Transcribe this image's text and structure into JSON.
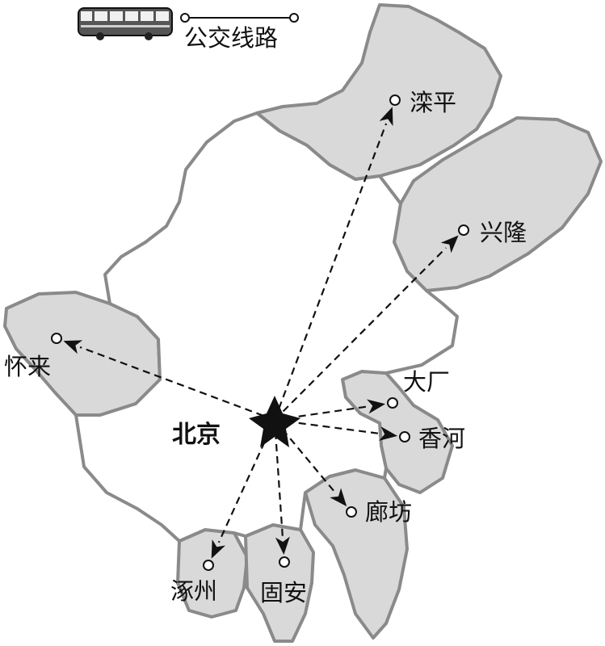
{
  "legend": {
    "label": "公交线路",
    "icon": "bus-icon"
  },
  "center": {
    "name": "北京",
    "icon": "star-icon"
  },
  "destinations": [
    {
      "id": "luanping",
      "name": "滦平"
    },
    {
      "id": "xinglong",
      "name": "兴隆"
    },
    {
      "id": "huailai",
      "name": "怀来"
    },
    {
      "id": "dachang",
      "name": "大厂"
    },
    {
      "id": "xianghe",
      "name": "香河"
    },
    {
      "id": "langfang",
      "name": "廊坊"
    },
    {
      "id": "zhuozhou",
      "name": "涿州"
    },
    {
      "id": "gu_an",
      "name": "固安"
    }
  ],
  "colors": {
    "region_fill": "#d9d9d9",
    "border": "#8a8a8a",
    "route": "#111111"
  }
}
